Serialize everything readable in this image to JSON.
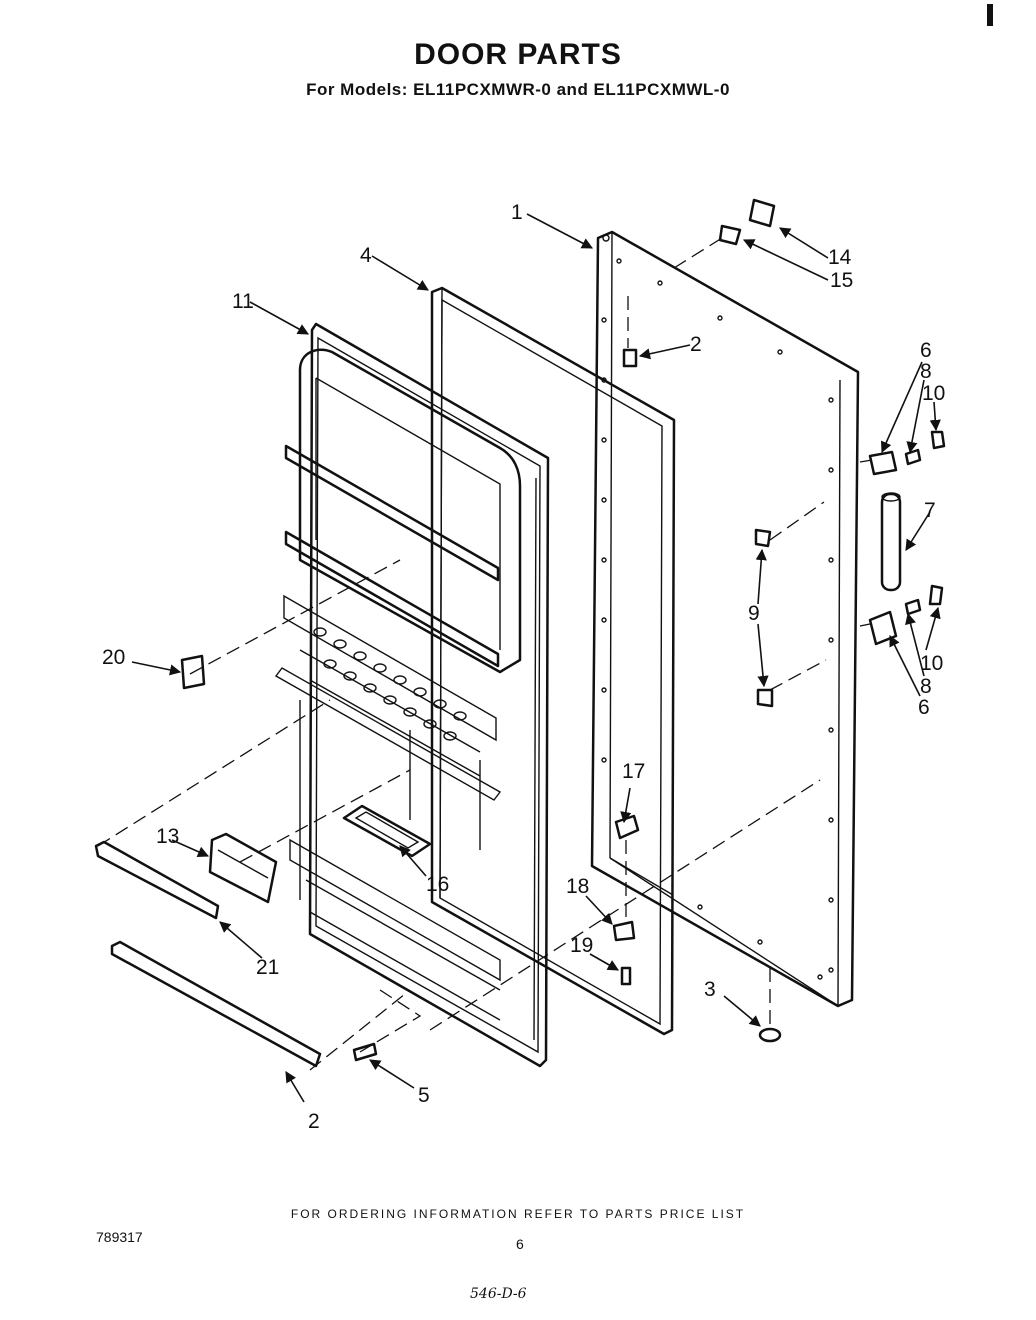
{
  "header": {
    "title": "DOOR PARTS",
    "subtitle": "For Models: EL11PCXMWR-0 and EL11PCXMWL-0"
  },
  "callouts": [
    "1",
    "2",
    "14",
    "15",
    "4",
    "11",
    "2",
    "6",
    "8",
    "10",
    "7",
    "9",
    "20",
    "10",
    "8",
    "6",
    "17",
    "13",
    "16",
    "18",
    "21",
    "19",
    "3",
    "5",
    "2"
  ],
  "footer": {
    "ordering_note": "FOR ORDERING INFORMATION REFER TO PARTS PRICE LIST",
    "document_number": "789317",
    "page_number": "6",
    "handwritten_note": "546-D-6"
  }
}
